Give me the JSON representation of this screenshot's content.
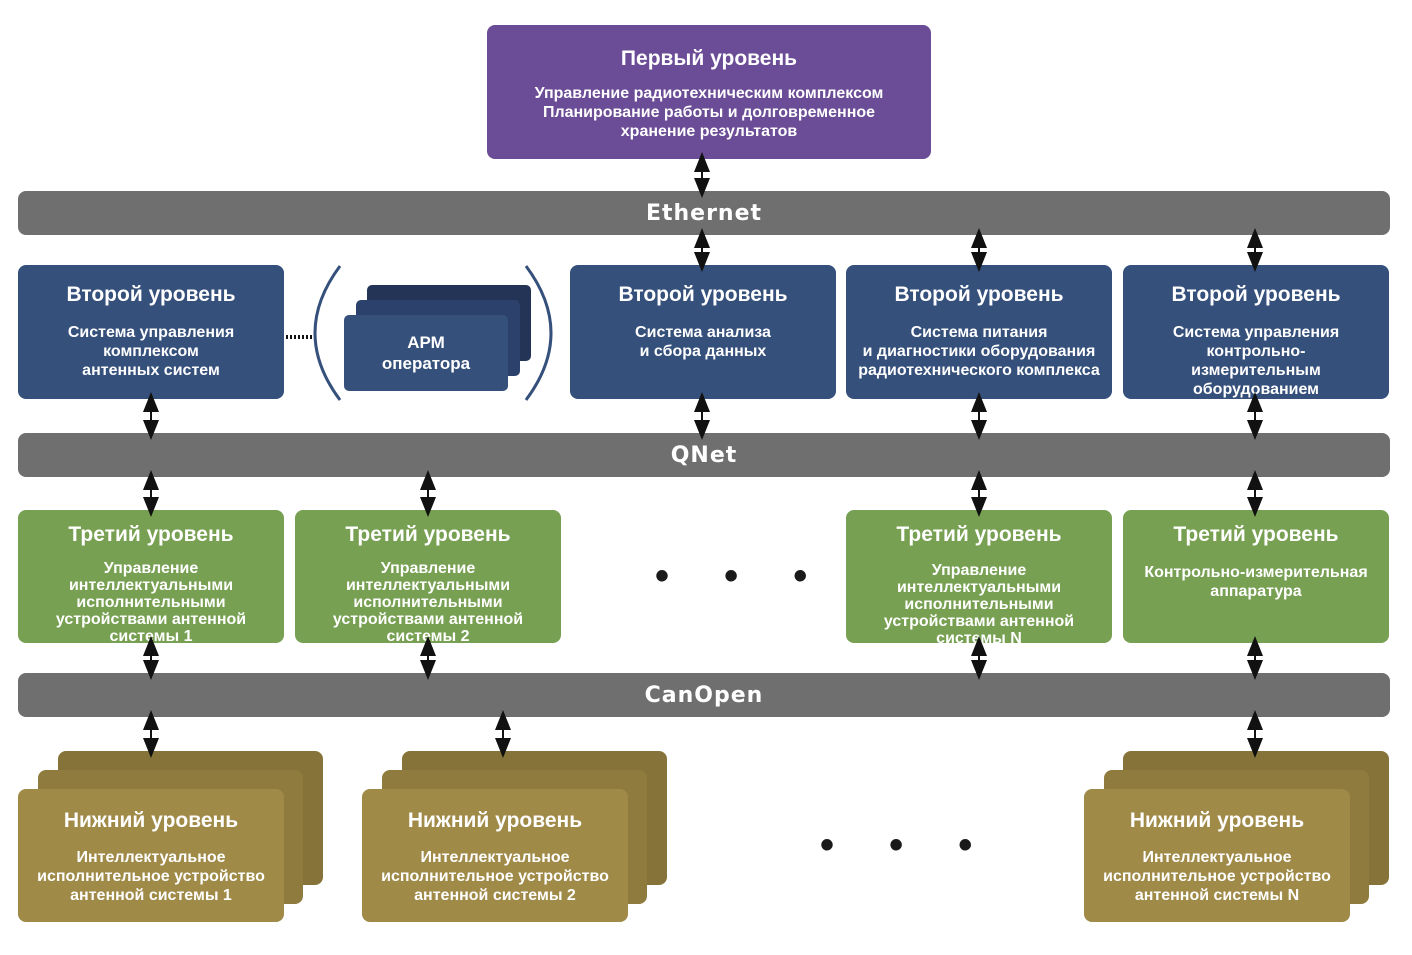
{
  "level1": {
    "title": "Первый уровень",
    "desc": [
      "Управление радиотехническим комплексом",
      "Планирование работы и долговременное",
      "хранение результатов"
    ]
  },
  "buses": {
    "ethernet": "Ethernet",
    "qnet": "QNet",
    "canopen": "CanOpen"
  },
  "level2": [
    {
      "title": "Второй уровень",
      "desc": [
        "Система управления",
        "комплексом",
        "антенных систем"
      ]
    },
    {
      "title": "Второй уровень",
      "desc": [
        "Система анализа",
        "и сбора данных"
      ]
    },
    {
      "title": "Второй уровень",
      "desc": [
        "Система питания",
        "и диагностики оборудования",
        "радиотехнического комплекса"
      ]
    },
    {
      "title": "Второй уровень",
      "desc": [
        "Система управления",
        "контрольно-",
        "измерительным оборудованием"
      ]
    }
  ],
  "arm": {
    "line1": "АРМ",
    "line2": "оператора"
  },
  "level3": [
    {
      "title": "Третий уровень",
      "desc": [
        "Управление интеллектуальными",
        "исполнительными",
        "устройствами антенной",
        "системы 1"
      ]
    },
    {
      "title": "Третий уровень",
      "desc": [
        "Управление интеллектуальными",
        "исполнительными",
        "устройствами антенной",
        "системы 2"
      ]
    },
    {
      "title": "Третий уровень",
      "desc": [
        "Управление интеллектуальными",
        "исполнительными",
        "устройствами антенной",
        "системы N"
      ]
    },
    {
      "title": "Третий уровень",
      "desc": [
        "Контрольно-измерительная",
        "аппаратура"
      ]
    }
  ],
  "lower": [
    {
      "title": "Нижний уровень",
      "desc": [
        "Интеллектуальное",
        "исполнительное устройство",
        "антенной системы 1"
      ]
    },
    {
      "title": "Нижний уровень",
      "desc": [
        "Интеллектуальное",
        "исполнительное устройство",
        "антенной системы 2"
      ]
    },
    {
      "title": "Нижний уровень",
      "desc": [
        "Интеллектуальное",
        "исполнительное устройство",
        "антенной системы N"
      ]
    }
  ],
  "ellipsis": "• • •",
  "colors": {
    "purple": "#6b4c96",
    "blue": "#36507c",
    "green": "#78a053",
    "gold": "#a08a48",
    "bus": "#6f6f6f"
  }
}
